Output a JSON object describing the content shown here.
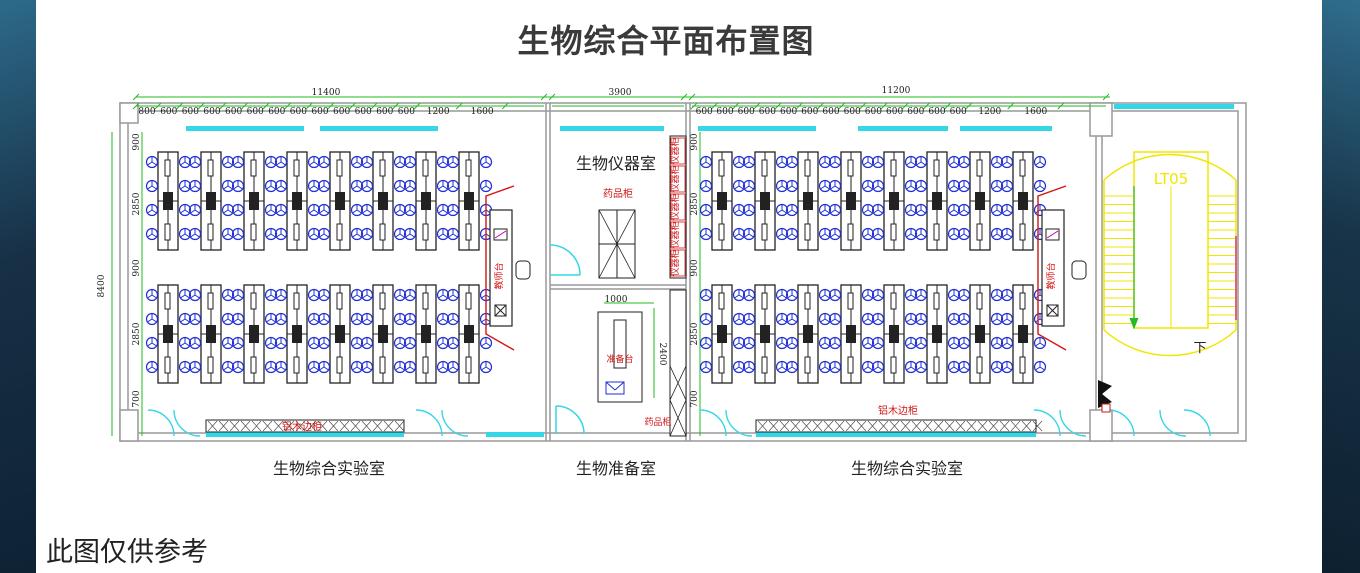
{
  "title": "生物综合平面布置图",
  "footnote": "此图仅供参考",
  "rooms": {
    "left_lab": "生物综合实验室",
    "instrument_room": "生物仪器室",
    "prep_room": "生物准备室",
    "right_lab": "生物综合实验室"
  },
  "dimensions": {
    "left_total": "11400",
    "middle_total": "3900",
    "right_total": "11200",
    "height_total": "8400",
    "left_segments": [
      "800",
      "600",
      "600",
      "600",
      "600",
      "600",
      "600",
      "600",
      "600",
      "600",
      "600",
      "600",
      "600",
      "1200",
      "1600"
    ],
    "right_segments": [
      "600",
      "600",
      "600",
      "600",
      "600",
      "600",
      "600",
      "600",
      "600",
      "600",
      "600",
      "600",
      "600",
      "1200",
      "1600"
    ],
    "left_vertical": [
      "900",
      "2850",
      "900",
      "2850",
      "700"
    ],
    "right_vertical": [
      "900",
      "2850",
      "900",
      "2850",
      "700"
    ],
    "prep_table_width": "1000",
    "prep_table_height": "2400"
  },
  "labels": {
    "teacher_desk": "教师台",
    "reagent_cabinet": "药品柜",
    "instrument_cabinet": "仪器柜",
    "prep_table": "准备台",
    "aluminum_cabinet": "铝木边柜",
    "stair_id": "LT05",
    "stair_down": "下"
  },
  "colors": {
    "green_dim": "#22bb22",
    "cyan_window": "#35d6e6",
    "blue_stool": "#1f2fd6",
    "red_text": "#d31515",
    "stair_yellow": "#f2e600"
  }
}
